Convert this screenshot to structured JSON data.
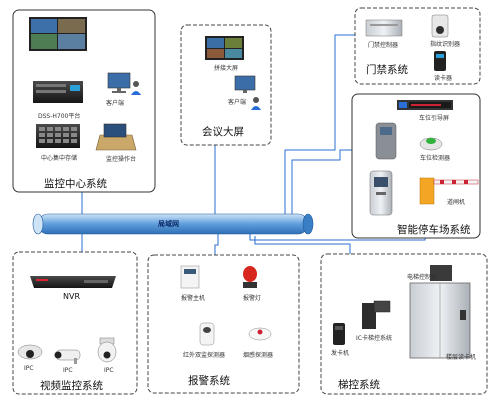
{
  "network_bus": {
    "label": "局域网"
  },
  "panels": {
    "monitoring_center": {
      "title": "监控中心系统",
      "devices": {
        "platform": "DSS-H700平台",
        "storage": "中心集中存储",
        "client": "客户端",
        "operator": "监控操作台"
      }
    },
    "conference_screen": {
      "title": "会议大屏",
      "devices": {
        "video_wall": "拼接大屏",
        "client": "客户端"
      }
    },
    "access_control": {
      "title": "门禁系统",
      "devices": {
        "controller": "门禁控制器",
        "fingerprint": "指纹识别器",
        "card_reader": "读卡器"
      }
    },
    "parking": {
      "title": "智能停车场系统",
      "devices": {
        "guidance": "车位引导屏",
        "detector": "车位检测器",
        "gate": "道闸机"
      }
    },
    "video_surveillance": {
      "title": "视频监控系统",
      "devices": {
        "nvr": "NVR",
        "ipc1": "IPC",
        "ipc2": "IPC",
        "ipc3": "IPC"
      }
    },
    "alarm": {
      "title": "报警系统",
      "devices": {
        "host": "报警主机",
        "strobe": "报警灯",
        "ir_detector": "红外双监探测器",
        "smoke": "烟感探测器"
      }
    },
    "elevator": {
      "title": "梯控系统",
      "devices": {
        "card_issuer": "发卡机",
        "ic_controller": "IC卡梯控系统",
        "elevator_controller": "电梯控制器",
        "floor_reader": "楼层读卡机"
      }
    }
  },
  "colors": {
    "link_line": "#2a6fd6",
    "bus_fill": "#5f9edc",
    "panel_border": "#333333"
  }
}
